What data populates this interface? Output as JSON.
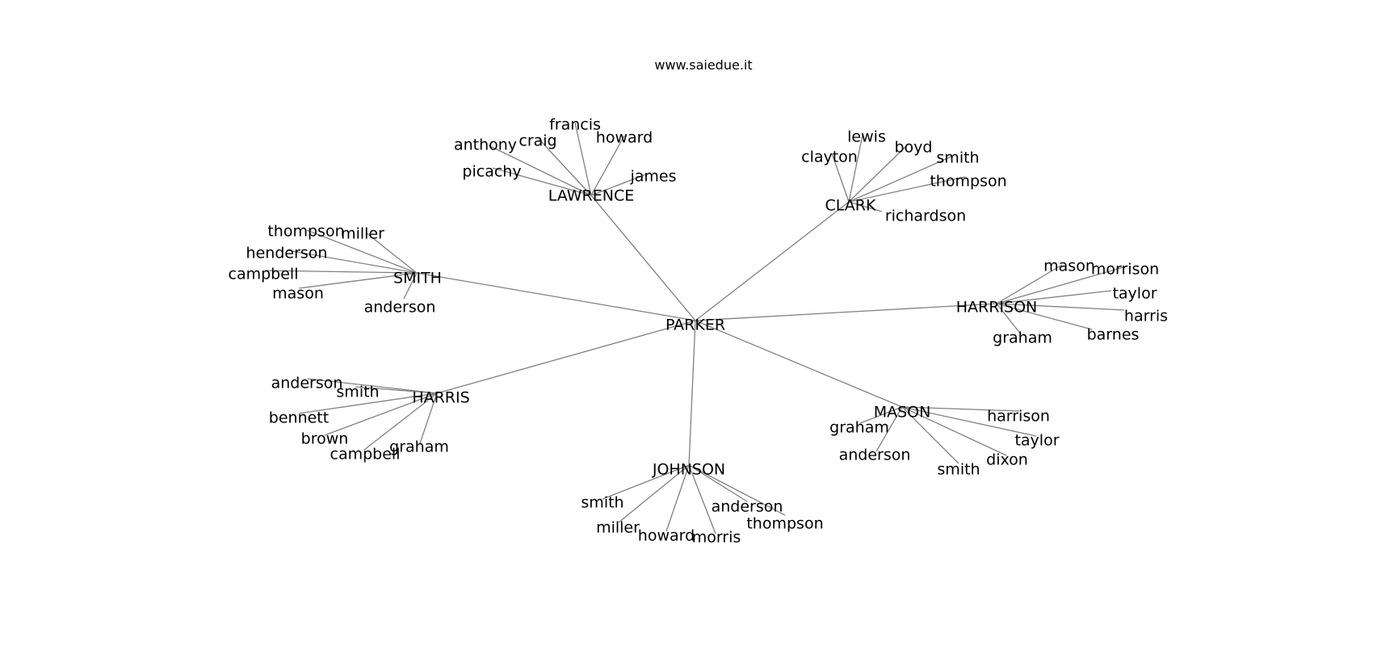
{
  "caption": "www.saiedue.it",
  "colors": {
    "edge": "#808080",
    "text": "#000000",
    "background": "#ffffff"
  },
  "graph": {
    "root": "PARKER",
    "groups": [
      {
        "name": "LAWRENCE",
        "members": [
          "francis",
          "craig",
          "howard",
          "anthony",
          "picachy",
          "james"
        ]
      },
      {
        "name": "CLARK",
        "members": [
          "lewis",
          "boyd",
          "clayton",
          "smith",
          "thompson",
          "richardson"
        ]
      },
      {
        "name": "SMITH",
        "members": [
          "thompson",
          "miller",
          "henderson",
          "campbell",
          "mason",
          "anderson"
        ]
      },
      {
        "name": "HARRISON",
        "members": [
          "mason",
          "morrison",
          "taylor",
          "harris",
          "barnes",
          "graham"
        ]
      },
      {
        "name": "HARRIS",
        "members": [
          "anderson",
          "smith",
          "bennett",
          "brown",
          "campbell",
          "graham"
        ]
      },
      {
        "name": "MASON",
        "members": [
          "harrison",
          "graham",
          "taylor",
          "anderson",
          "dixon",
          "smith"
        ]
      },
      {
        "name": "JOHNSON",
        "members": [
          "smith",
          "anderson",
          "thompson",
          "miller",
          "howard",
          "morris"
        ]
      }
    ]
  }
}
